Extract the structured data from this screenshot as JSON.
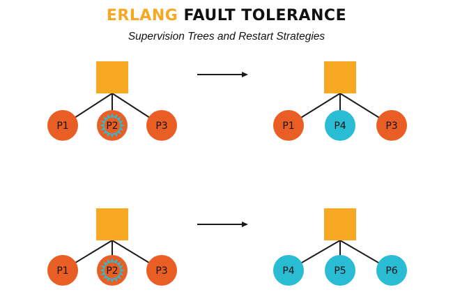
{
  "title": {
    "accent": "ERLANG",
    "main": "FAULT TOLERANCE"
  },
  "subtitle": "Supervision Trees and Restart Strategies",
  "colors": {
    "supervisor": "#f7a823",
    "process": "#e95e24",
    "restarted": "#29bcd3",
    "burst_ring": "#29bcd3",
    "line": "#1a1a1a"
  },
  "scenarios": [
    {
      "before": {
        "processes": [
          {
            "label": "P1",
            "state": "running"
          },
          {
            "label": "P2",
            "state": "crashed"
          },
          {
            "label": "P3",
            "state": "running"
          }
        ]
      },
      "after": {
        "processes": [
          {
            "label": "P1",
            "state": "running"
          },
          {
            "label": "P4",
            "state": "restarted"
          },
          {
            "label": "P3",
            "state": "running"
          }
        ]
      }
    },
    {
      "before": {
        "processes": [
          {
            "label": "P1",
            "state": "running"
          },
          {
            "label": "P2",
            "state": "crashed"
          },
          {
            "label": "P3",
            "state": "running"
          }
        ]
      },
      "after": {
        "processes": [
          {
            "label": "P4",
            "state": "restarted"
          },
          {
            "label": "P5",
            "state": "restarted"
          },
          {
            "label": "P6",
            "state": "restarted"
          }
        ]
      }
    }
  ]
}
